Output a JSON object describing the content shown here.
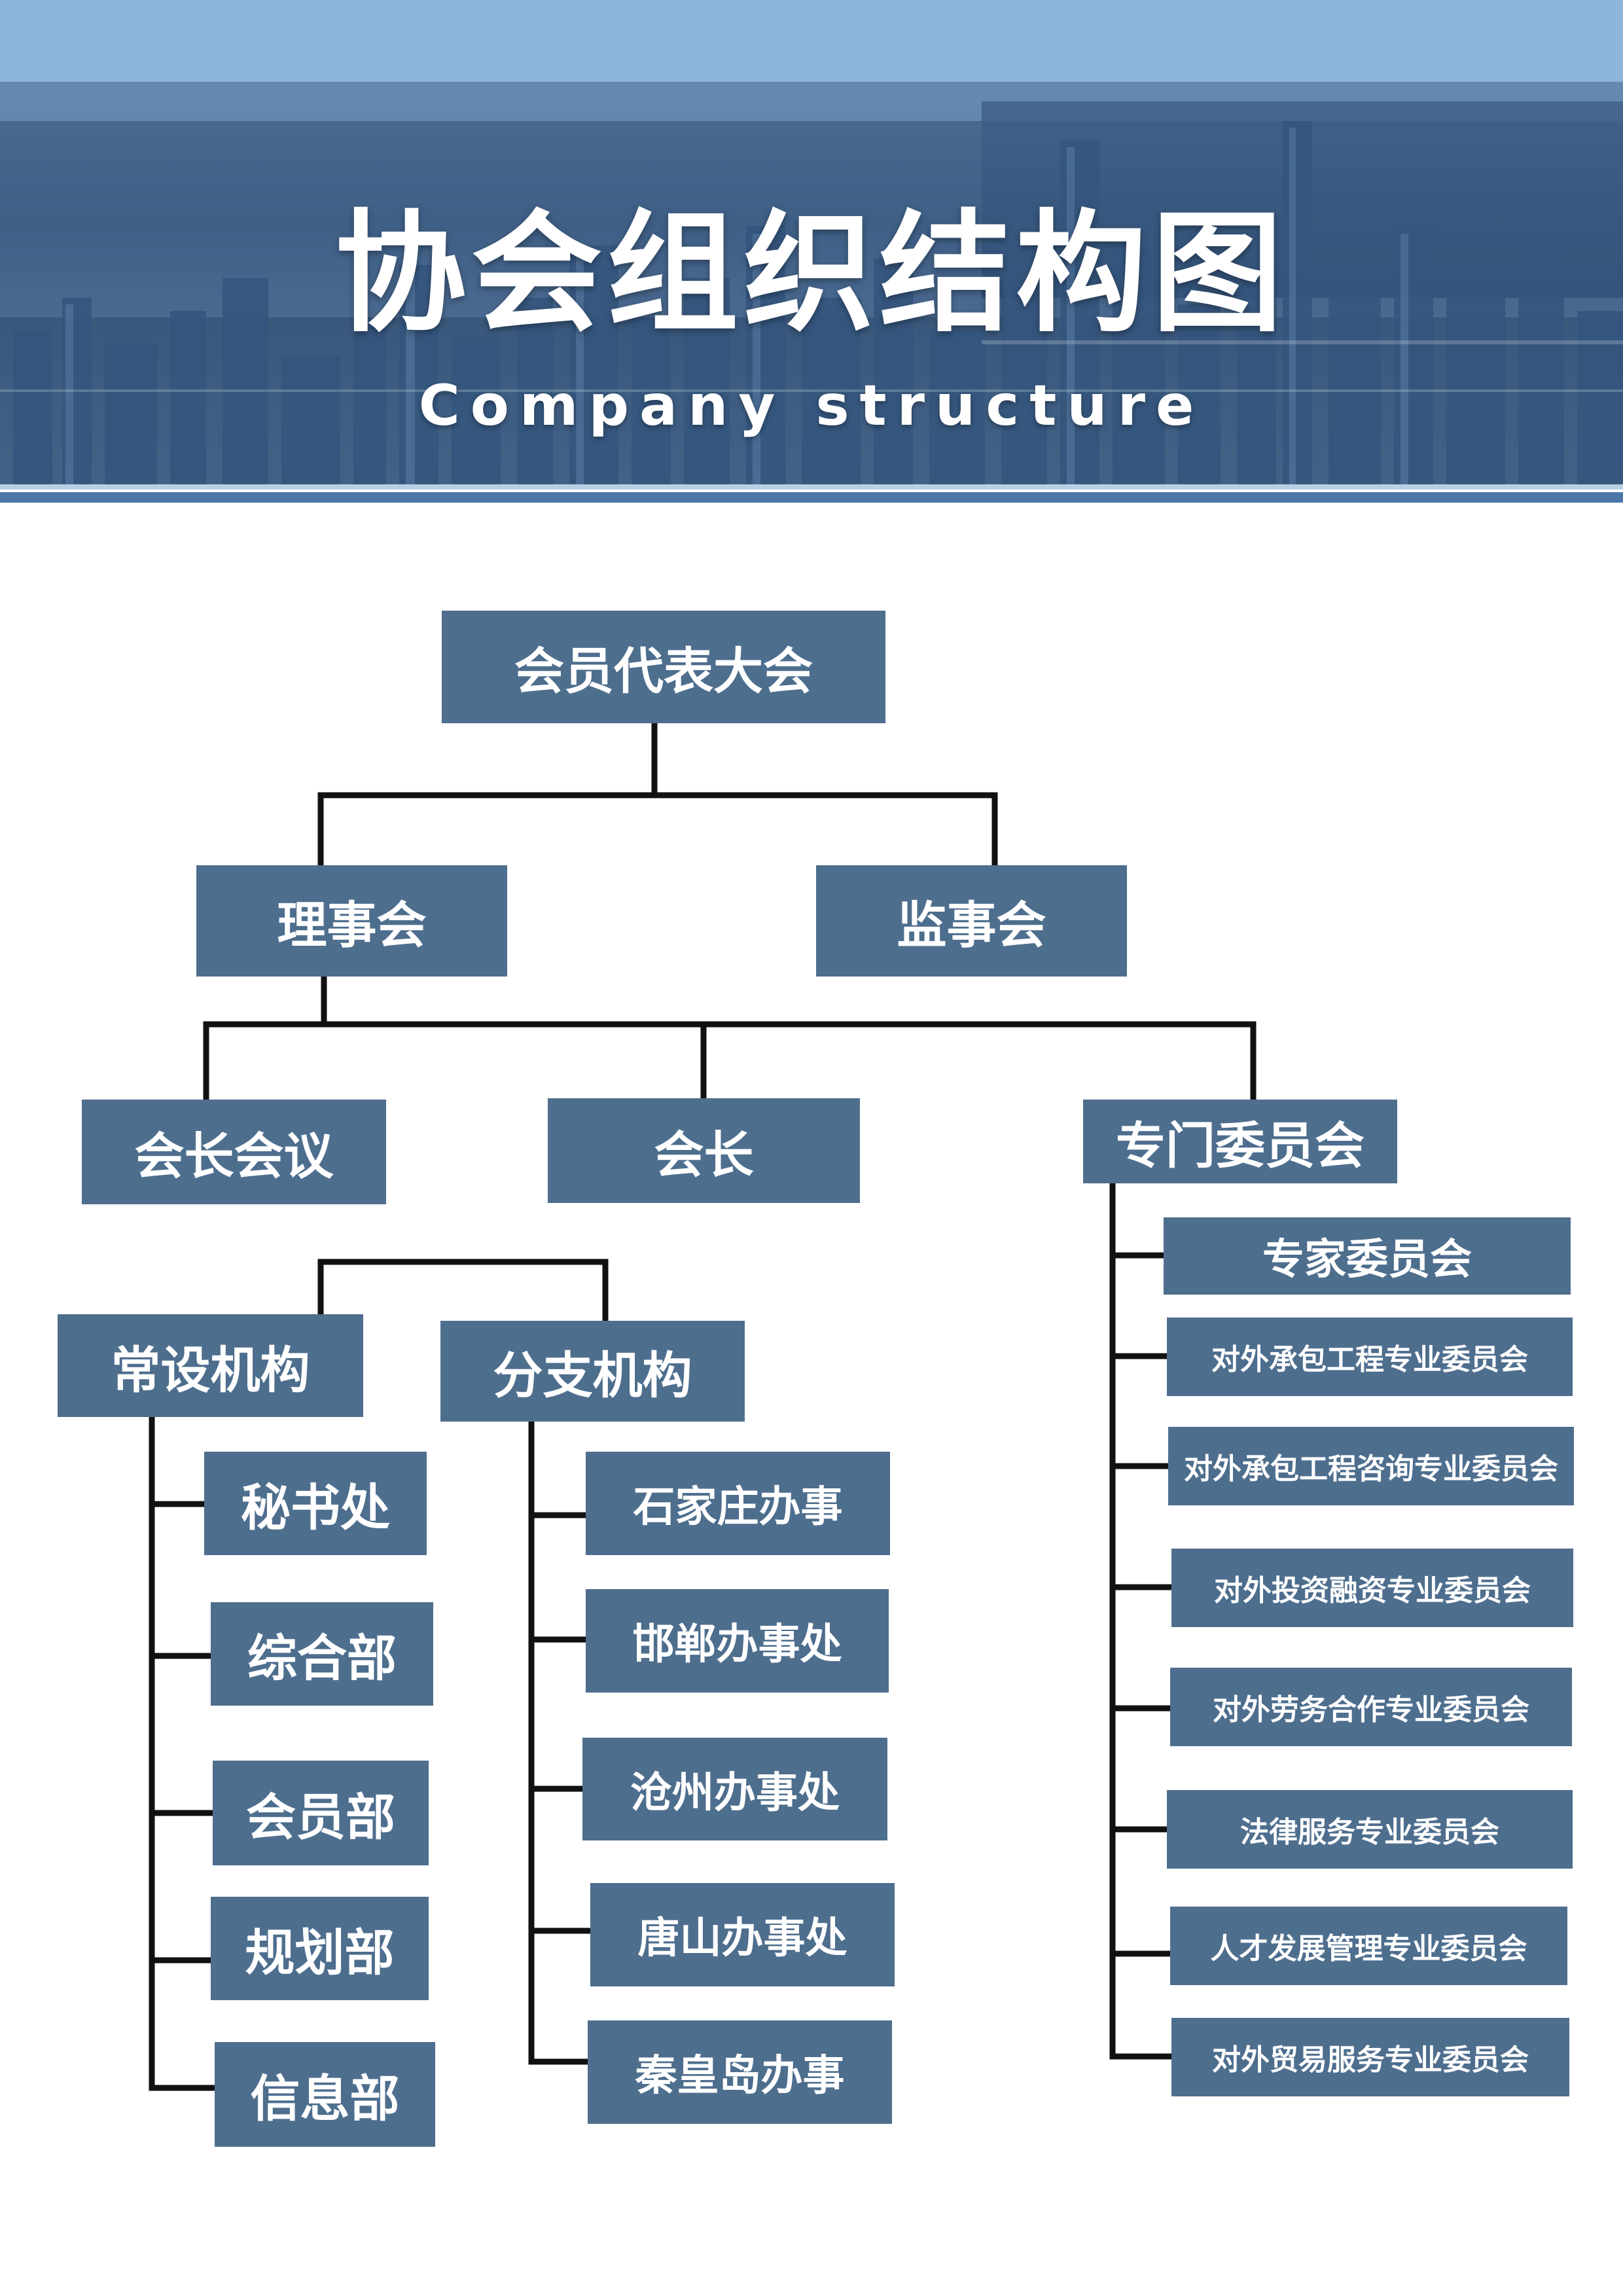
{
  "header": {
    "title": "协会组织结构图",
    "subtitle": "Company structure"
  },
  "org": {
    "congress": "会员代表大会",
    "council": "理事会",
    "supervisory_board": "监事会",
    "presidents_meeting": "会长会议",
    "president": "会长",
    "special_committees": "专门委员会",
    "standing_bodies": "常设机构",
    "branches": "分支机构",
    "standing_items": [
      "秘书处",
      "综合部",
      "会员部",
      "规划部",
      "信息部"
    ],
    "branch_items": [
      "石家庄办事",
      "邯郸办事处",
      "沧州办事处",
      "唐山办事处",
      "秦皇岛办事"
    ],
    "committee_items": [
      "专家委员会",
      "对外承包工程专业委员会",
      "对外承包工程咨询专业委员会",
      "对外投资融资专业委员会",
      "对外劳务合作专业委员会",
      "法律服务专业委员会",
      "人才发展管理专业委员会",
      "对外贸易服务专业委员会"
    ]
  },
  "colors": {
    "node_fill": "#4e6e8e",
    "node_text": "#ffffff",
    "connector": "#111111",
    "banner_strip": "#8db5da"
  }
}
